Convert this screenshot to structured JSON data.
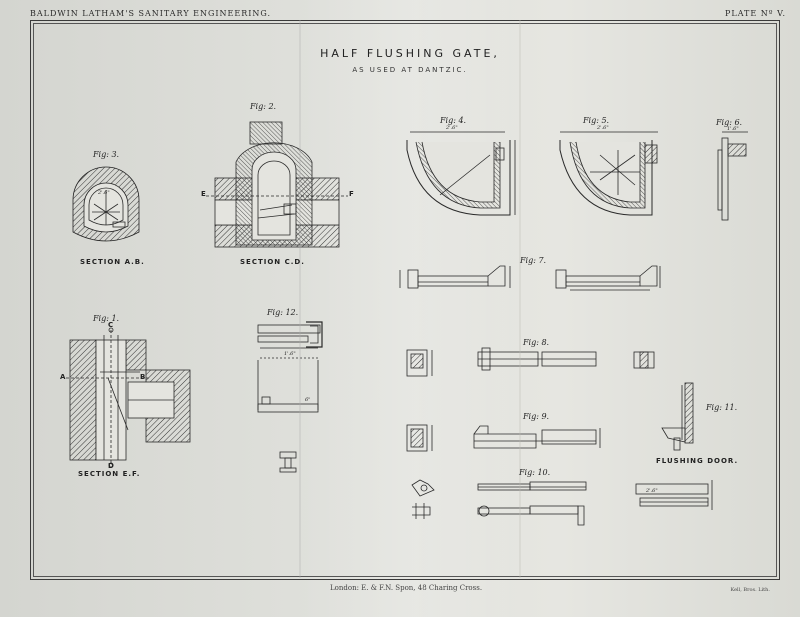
{
  "header": {
    "left": "BALDWIN LATHAM'S SANITARY ENGINEERING.",
    "right": "PLATE Nº V."
  },
  "title": "HALF FLUSHING GATE,",
  "subtitle": "AS USED AT DANTZIC.",
  "figures": {
    "fig1": "Fig: 1.",
    "fig2": "Fig: 2.",
    "fig3": "Fig: 3.",
    "fig4": "Fig: 4.",
    "fig5": "Fig: 5.",
    "fig6": "Fig: 6.",
    "fig7": "Fig: 7.",
    "fig8": "Fig: 8.",
    "fig9": "Fig: 9.",
    "fig10": "Fig: 10.",
    "fig11": "Fig: 11.",
    "fig12": "Fig: 12."
  },
  "sections": {
    "ab": "SECTION A.B.",
    "cd": "SECTION C.D.",
    "ef": "SECTION E.F.",
    "flushing_door": "FLUSHING DOOR."
  },
  "letters": {
    "a": "A",
    "b": "B",
    "c": "C",
    "d": "D",
    "e": "E",
    "f": "F"
  },
  "dimensions": {
    "d1": "2'.6\"",
    "d2": "2'.6\"",
    "d3": "2'.6\"",
    "d4": "1'.6\"",
    "d5": "2'.6\"",
    "d6": "6\"",
    "d7": "1'.6\""
  },
  "footer": {
    "imprint": "London: E. & F.N. Spon, 48 Charing Cross.",
    "lithographer": "Kell, Bros. Lith."
  }
}
